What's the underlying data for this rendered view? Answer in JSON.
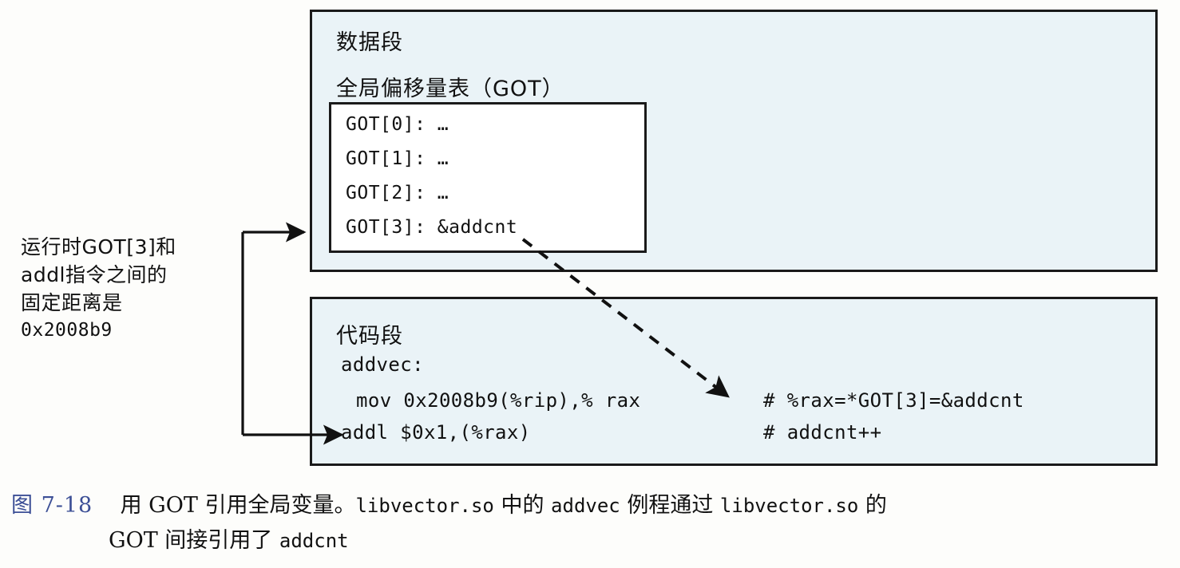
{
  "figure": {
    "data_section": {
      "title": "数据段",
      "got_title": "全局偏移量表（GOT）",
      "got_entries": [
        "GOT[0]: …",
        "GOT[1]: …",
        "GOT[2]: …",
        "GOT[3]: &addcnt"
      ]
    },
    "code_section": {
      "title": "代码段",
      "label": "addvec:",
      "instructions": [
        {
          "code": "mov 0x2008b9(%rip),% rax",
          "comment": "# %rax=*GOT[3]=&addcnt"
        },
        {
          "code": "addl $0x1,(%rax)",
          "comment": "# addcnt++"
        }
      ]
    },
    "left_note": {
      "line1": "运行时GOT[3]和",
      "line2": "addl指令之间的",
      "line3": "固定距离是",
      "line4": "0x2008b9"
    },
    "caption": {
      "figure_number": "图 7-18",
      "line1_a": "用 GOT 引用全局变量。",
      "line1_mono1": "libvector.so",
      "line1_b": " 中的 ",
      "line1_mono2": "addvec",
      "line1_c": " 例程通过 ",
      "line1_mono3": "libvector.so",
      "line1_d": " 的",
      "line2_a": "GOT 间接引用了 ",
      "line2_mono1": "addcnt"
    },
    "colors": {
      "box_fill": "#eaf3f7",
      "inner_fill": "#ffffff",
      "border": "#1a1a1a",
      "figure_number": "#3c4f96",
      "page_background": "#fdfdfb"
    },
    "connectors": [
      {
        "name": "got-to-addl-bracket",
        "style": "solid",
        "description": "bracket arrow from left note to GOT[3] row and to addl instruction"
      },
      {
        "name": "addcnt-to-rax",
        "style": "dashed",
        "description": "dashed diagonal arrow from GOT[3] &addcnt to %rax in mov instruction"
      }
    ]
  }
}
